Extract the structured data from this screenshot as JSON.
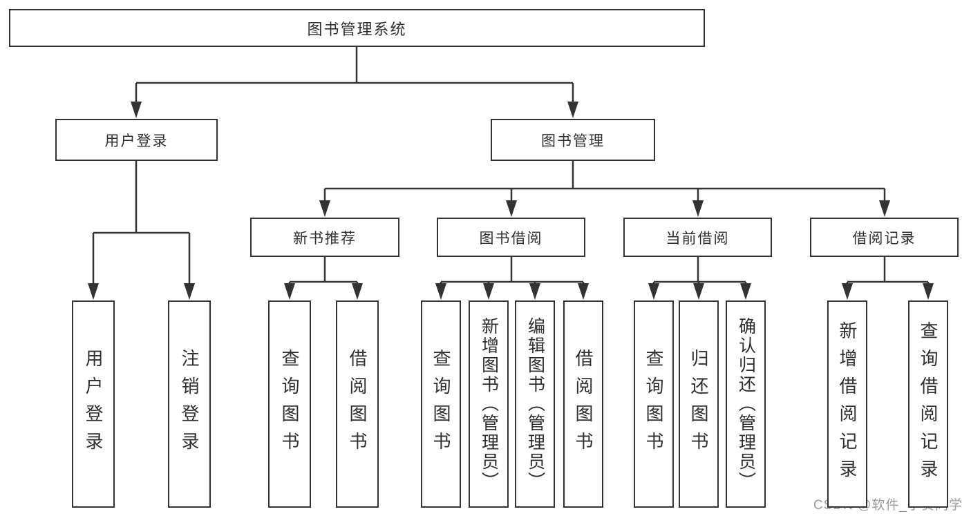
{
  "diagram": {
    "root": {
      "label": "图书管理系统"
    },
    "level2": [
      {
        "label": "用户登录",
        "children": [
          {
            "label": "用户登录"
          },
          {
            "label": "注销登录"
          }
        ]
      },
      {
        "label": "图书管理",
        "children": [
          {
            "label": "新书推荐",
            "children": [
              {
                "label": "查询图书"
              },
              {
                "label": "借阅图书"
              }
            ]
          },
          {
            "label": "图书借阅",
            "children": [
              {
                "label": "查询图书"
              },
              {
                "label": "新增图书（管理员）"
              },
              {
                "label": "编辑图书（管理员）"
              },
              {
                "label": "借阅图书"
              }
            ]
          },
          {
            "label": "当前借阅",
            "children": [
              {
                "label": "查询图书"
              },
              {
                "label": "归还图书"
              },
              {
                "label": "确认归还（管理员）"
              }
            ]
          },
          {
            "label": "借阅记录",
            "children": [
              {
                "label": "新增借阅记录"
              },
              {
                "label": "查询借阅记录"
              }
            ]
          }
        ]
      }
    ]
  },
  "watermark": {
    "text": "CSDN @软件_小贺同学"
  },
  "colors": {
    "line": "#333333",
    "box_border": "#333333",
    "text": "#2f2f2f",
    "watermark_text": "#9b9b9b",
    "background": "#ffffff"
  }
}
